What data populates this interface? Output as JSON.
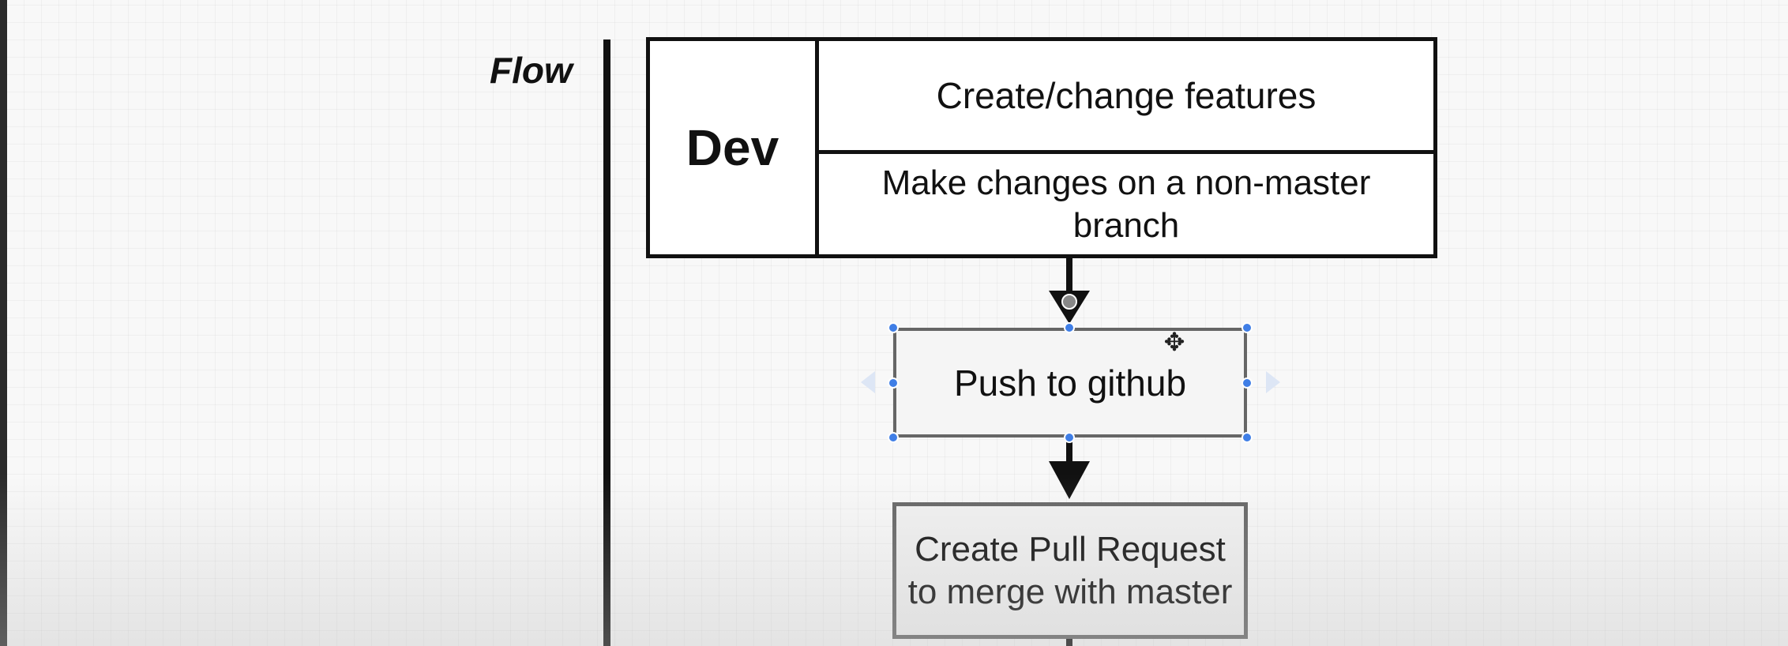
{
  "diagram": {
    "lane": {
      "label": "Flow"
    },
    "dev_block": {
      "title": "Dev",
      "tasks": [
        "Create/change features",
        "Make changes on a non-master branch"
      ]
    },
    "steps": [
      "Push to github",
      "Create Pull Request to merge with master"
    ],
    "selection": {
      "selected_step": "Push to github",
      "handle_color": "#3f7ee6"
    }
  }
}
